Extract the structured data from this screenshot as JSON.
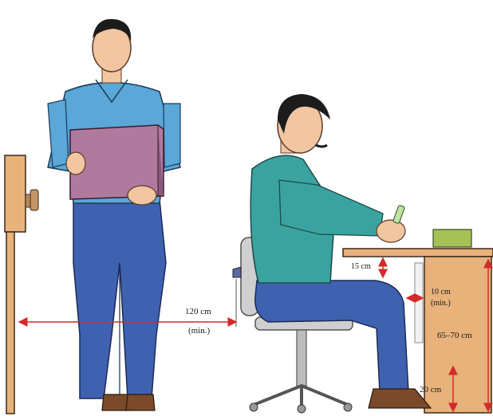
{
  "labels": {
    "aisle_width": "120 cm",
    "aisle_min": "(min.)",
    "thigh_clearance": "15 cm",
    "knee_gap": "10 cm",
    "knee_gap_min": "(min.)",
    "desk_height": "65–70 cm",
    "foot_clearance": "20 cm"
  },
  "colors": {
    "dimension_line": "#d42a2a",
    "shirt_standing": "#5aa7d8",
    "shirt_seated": "#3aa3a0",
    "jeans": "#3f62b0",
    "box": "#b07a9e",
    "wood": "#e8b27a",
    "skin": "#f1c6a0",
    "hair": "#1c1c1c",
    "chair": "#cfcfcf"
  }
}
